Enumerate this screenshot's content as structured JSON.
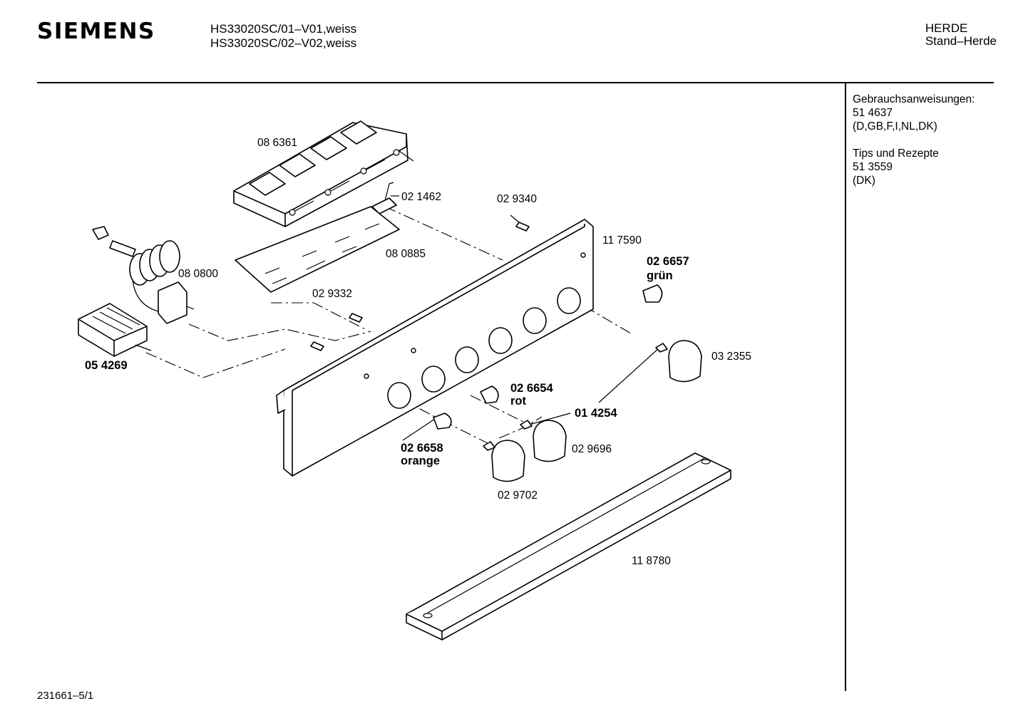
{
  "header": {
    "brand": "SIEMENS",
    "models": [
      "HS33020SC/01–V01,weiss",
      "HS33020SC/02–V02,weiss"
    ],
    "category": [
      "HERDE",
      "Stand–Herde"
    ]
  },
  "sidebar": {
    "blocks": [
      {
        "title": "Gebrauchsanweisungen:",
        "number": "51 4637",
        "langs": "(D,GB,F,I,NL,DK)"
      },
      {
        "title": "Tips und Rezepte",
        "number": "51 3559",
        "langs": "(DK)"
      }
    ]
  },
  "parts": {
    "p086361": "08 6361",
    "p021462": "02 1462",
    "p029340": "02 9340",
    "p117590": "11 7590",
    "p026657": "02 6657",
    "p026657_color": "grün",
    "p080885": "08 0885",
    "p080800": "08 0800",
    "p029332": "02 9332",
    "p054269": "05 4269",
    "p032355": "03 2355",
    "p026654": "02 6654",
    "p026654_color": "rot",
    "p014254": "01 4254",
    "p026658": "02 6658",
    "p026658_color": "orange",
    "p029696": "02 9696",
    "p029702": "02 9702",
    "p118780": "11 8780"
  },
  "footer": {
    "drawing_id": "231661–5/1"
  }
}
